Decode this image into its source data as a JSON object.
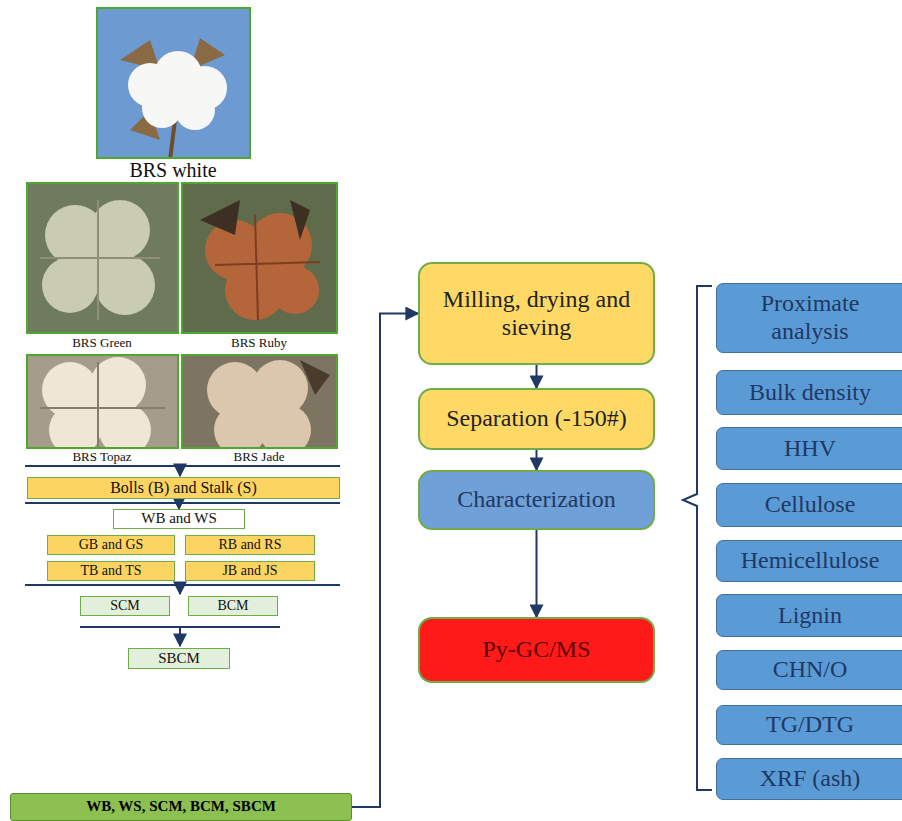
{
  "diagram": {
    "nodes": [
      {
        "text": [
          "Bolls (B) and Stalk (S)"
        ]
      },
      {
        "text": [
          "WB and WS"
        ]
      },
      {
        "text": [
          "GB and GS"
        ]
      },
      {
        "text": [
          "RB and RS"
        ]
      },
      {
        "text": [
          "TB and TS"
        ]
      },
      {
        "text": [
          "JB and JS"
        ]
      },
      {
        "text": [
          "SCM"
        ]
      },
      {
        "text": [
          "BCM"
        ]
      },
      {
        "text": [
          "SBCM"
        ]
      },
      {
        "text": [
          "WB, WS, SCM, BCM, SBCM"
        ]
      },
      {
        "text": [
          "Milling, drying and sieving"
        ]
      },
      {
        "text": [
          "Separation (-150#)"
        ]
      },
      {
        "text": [
          "Characterization"
        ]
      },
      {
        "text": [
          "Py-GC/MS"
        ]
      },
      {
        "text": [
          "Proximate analysis"
        ]
      },
      {
        "text": [
          "Bulk density"
        ]
      },
      {
        "text": [
          "HHV"
        ]
      },
      {
        "text": [
          "Cellulose"
        ]
      },
      {
        "text": [
          "Hemicellulose"
        ]
      },
      {
        "text": [
          "Lignin"
        ]
      },
      {
        "text": [
          "CHN/O"
        ]
      },
      {
        "text": [
          "TG/DTG"
        ]
      },
      {
        "text": [
          "XRF (ash)"
        ]
      }
    ],
    "edges": [
      {
        "from": 0,
        "to": 1,
        "arrow": "to"
      },
      {
        "from": 9,
        "to": 10,
        "arrow": "to"
      },
      {
        "from": 10,
        "to": 11,
        "arrow": "to"
      },
      {
        "from": 11,
        "to": 12,
        "arrow": "to"
      },
      {
        "from": 12,
        "to": 13,
        "arrow": "to"
      }
    ],
    "labels": [
      "BRS white",
      "BRS Green",
      "BRS Ruby",
      "BRS Topaz",
      "BRS Jade"
    ]
  }
}
